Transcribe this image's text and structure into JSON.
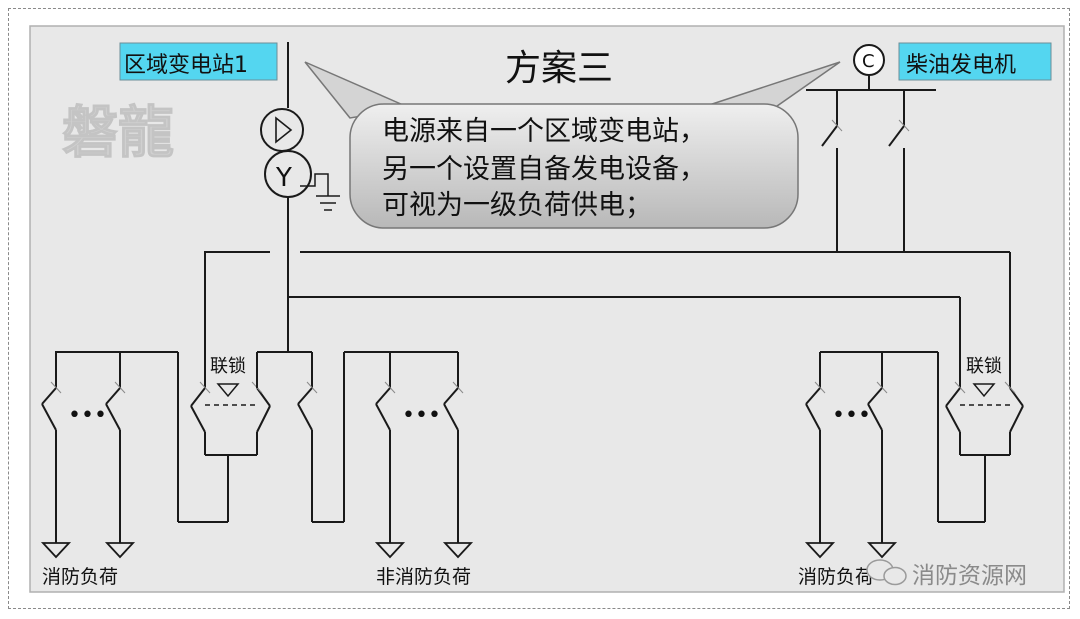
{
  "title": "方案三",
  "watermark": "磐龍",
  "source_label": "区域变电站1",
  "generator_label": "柴油发电机",
  "generator_symbol": "C",
  "transformer_delta": "Δ",
  "transformer_wye": "Y",
  "callout_lines": [
    "电源来自一个区域变电站，",
    "另一个设置自备发电设备，",
    "可视为一级负荷供电；"
  ],
  "interlock_label": "联锁",
  "ellipsis": "•••",
  "load_labels": {
    "fire_left": "消防负荷",
    "non_fire": "非消防负荷",
    "fire_right": "消防负荷"
  },
  "brand": "消防资源网",
  "colors": {
    "panel": "#e8e8e8",
    "label_bg": "#54d6f0",
    "callout_fill": "#c8c8c8",
    "line": "#1a1a1a"
  }
}
